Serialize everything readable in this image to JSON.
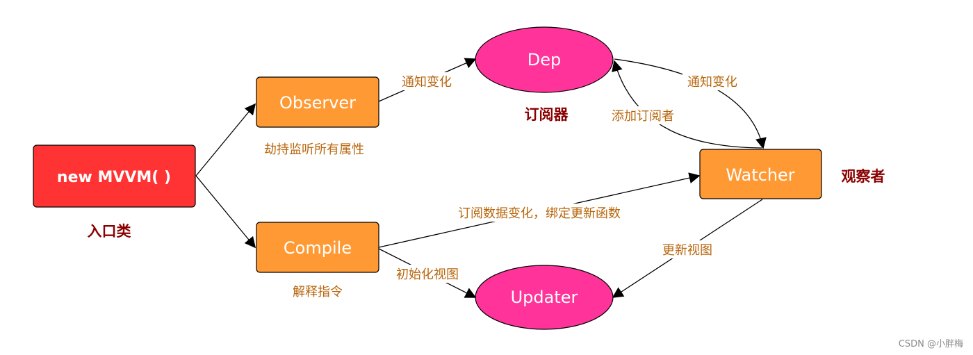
{
  "nodes": {
    "mvvm": {
      "label": "new MVVM( )",
      "caption": "入口类",
      "color": "#ff3333"
    },
    "observer": {
      "label": "Observer",
      "caption": "劫持监听所有属性",
      "color": "#ff9933"
    },
    "compile": {
      "label": "Compile",
      "caption": "解释指令",
      "color": "#ff9933"
    },
    "dep": {
      "label": "Dep",
      "caption": "订阅器",
      "color": "#ff3399"
    },
    "watcher": {
      "label": "Watcher",
      "caption": "观察者",
      "color": "#ff9933"
    },
    "updater": {
      "label": "Updater",
      "color": "#ff3399"
    }
  },
  "edges": {
    "observer_to_dep": "通知变化",
    "dep_to_watcher": "通知变化",
    "watcher_to_dep": "添加订阅者",
    "compile_to_watcher": "订阅数据变化，绑定更新函数",
    "compile_to_updater": "初始化视图",
    "watcher_to_updater": "更新视图"
  },
  "watermark": "CSDN @小胖梅"
}
